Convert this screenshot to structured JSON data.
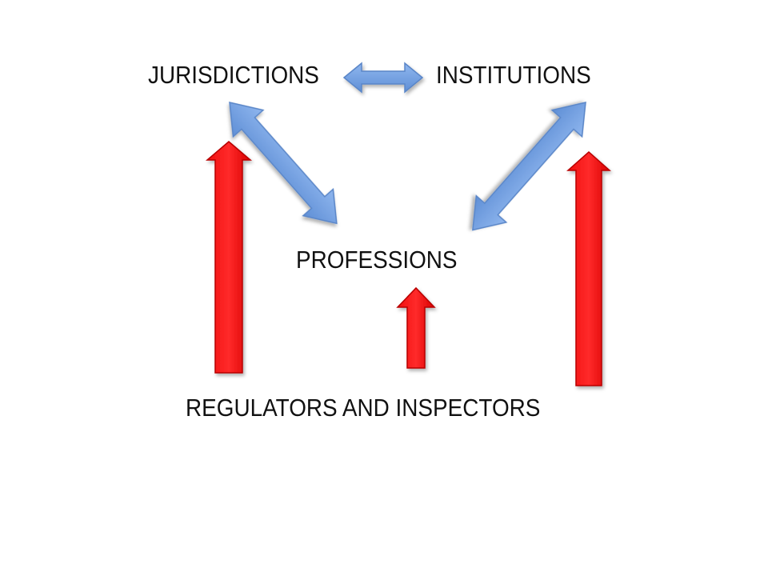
{
  "nodes": {
    "jurisdictions": "JURISDICTIONS",
    "institutions": "INSTITUTIONS",
    "professions": "PROFESSIONS",
    "regulators": "REGULATORS AND INSPECTORS"
  },
  "colors": {
    "blue_arrow_fill": "#6f9ee0",
    "blue_arrow_stroke": "#5a86c8",
    "red_arrow_fill": "#ee0000",
    "red_arrow_stroke": "#b80000",
    "text": "#111111",
    "background": "#ffffff"
  },
  "edges": [
    {
      "from": "jurisdictions",
      "to": "institutions",
      "style": "double-headed",
      "color": "blue"
    },
    {
      "from": "jurisdictions",
      "to": "professions",
      "style": "double-headed",
      "color": "blue"
    },
    {
      "from": "institutions",
      "to": "professions",
      "style": "double-headed",
      "color": "blue"
    },
    {
      "from": "regulators",
      "to": "jurisdictions",
      "style": "single-headed",
      "color": "red"
    },
    {
      "from": "regulators",
      "to": "professions",
      "style": "single-headed",
      "color": "red"
    },
    {
      "from": "regulators",
      "to": "institutions",
      "style": "single-headed",
      "color": "red"
    }
  ]
}
